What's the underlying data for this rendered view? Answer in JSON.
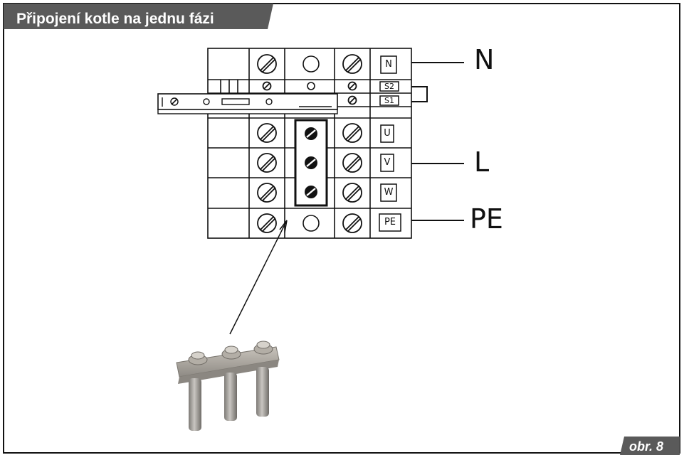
{
  "title": "Připojení kotle na jednu fázi",
  "figure_label": "obr. 8",
  "labels": {
    "n": "N",
    "l": "L",
    "pe": "PE"
  },
  "terminals": {
    "n": "N",
    "s2": "S2",
    "s1": "S1",
    "u": "U",
    "v": "V",
    "w": "W",
    "pe": "PE"
  },
  "colors": {
    "header_fill": "#5a5a5a",
    "frame": "#111111",
    "bridge_metal": "#a39f99"
  }
}
